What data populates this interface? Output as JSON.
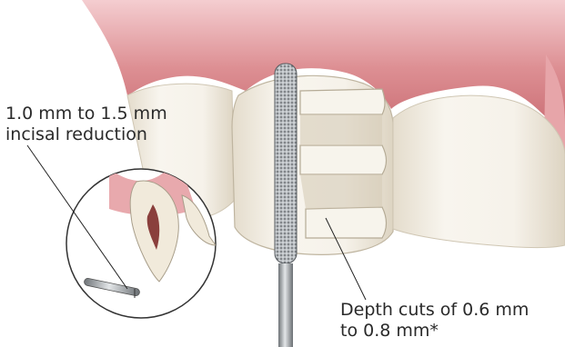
{
  "labels": {
    "incisal_reduction": [
      "1.0 mm to 1.5 mm",
      "incisal reduction"
    ],
    "depth_cuts": [
      "Depth cuts of 0.6 mm",
      "to 0.8 mm*"
    ]
  },
  "colors": {
    "gum": "#dc8a8e",
    "gum_dark": "#c66a70",
    "tooth": "#f3eee3",
    "groove": "#c9c0ad",
    "bur_shank": "#9aa0a4",
    "pulp": "#8a3f3c",
    "text": "#2a2a2a"
  }
}
